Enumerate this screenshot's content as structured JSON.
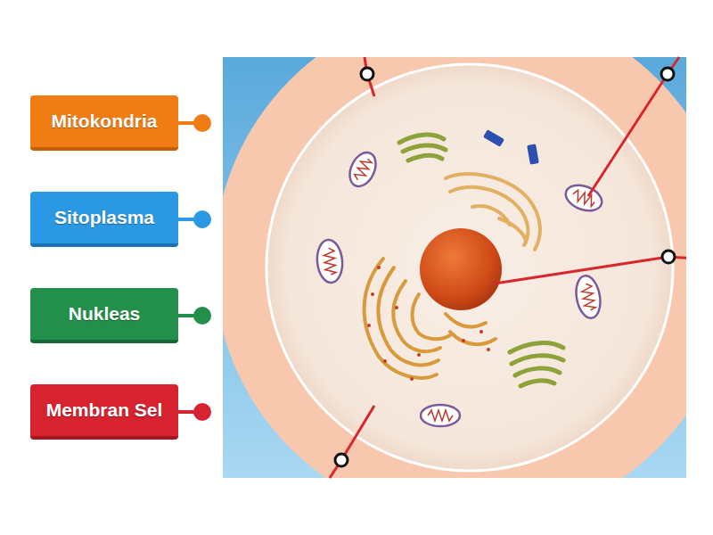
{
  "diagram": {
    "nodes": [
      {
        "text": [
          "Mitokondria"
        ]
      },
      {
        "text": [
          "Sitoplasma"
        ]
      },
      {
        "text": [
          "Nukleas"
        ]
      },
      {
        "text": [
          "Membran Sel"
        ]
      }
    ]
  }
}
